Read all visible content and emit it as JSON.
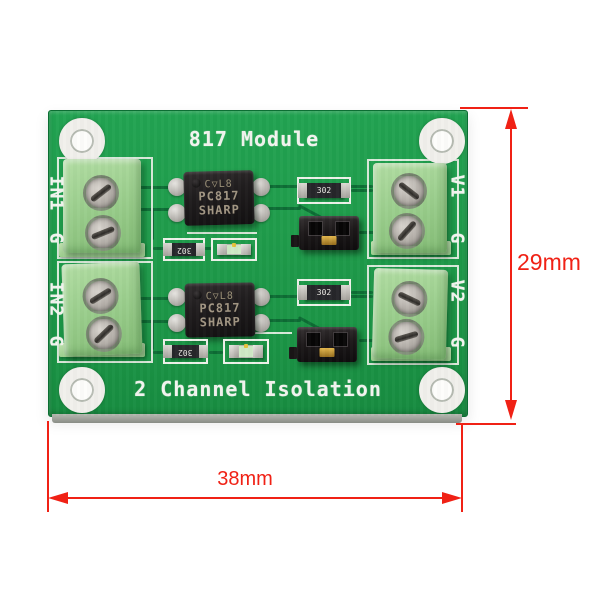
{
  "board": {
    "title": "817 Module",
    "subtitle": "2 Channel Isolation",
    "left_terminal_labels": {
      "t1_signal": "IN1",
      "t1_ground": "G",
      "t2_signal": "IN2",
      "t2_ground": "G"
    },
    "right_terminal_labels": {
      "t1_signal": "V1",
      "t1_ground": "G",
      "t2_signal": "V2",
      "t2_ground": "G"
    },
    "optocouplers": [
      {
        "logo_line": "C▽L8",
        "part_number": "PC817",
        "brand": "SHARP"
      },
      {
        "logo_line": "C▽L8",
        "part_number": "PC817",
        "brand": "SHARP"
      }
    ],
    "resistor_code": "302"
  },
  "dimensions": {
    "height": "29mm",
    "width": "38mm"
  },
  "colors": {
    "pcb_green": "#1f9c4b",
    "terminal_block_green": "#9ccf8e",
    "silkscreen_white": "#f3f5f0",
    "annotation_red": "#f02115",
    "jumper_black": "#1b1718",
    "trace_dark_green": "#0a6531"
  }
}
